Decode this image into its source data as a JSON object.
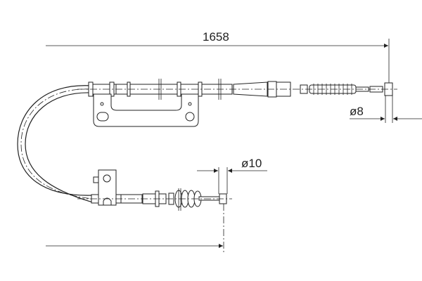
{
  "drawing": {
    "overall_length_label": "1658",
    "upper_end_diameter_label": "ø8",
    "lower_end_diameter_label": "ø10"
  },
  "colors": {
    "line": "#222222",
    "background": "#ffffff"
  }
}
